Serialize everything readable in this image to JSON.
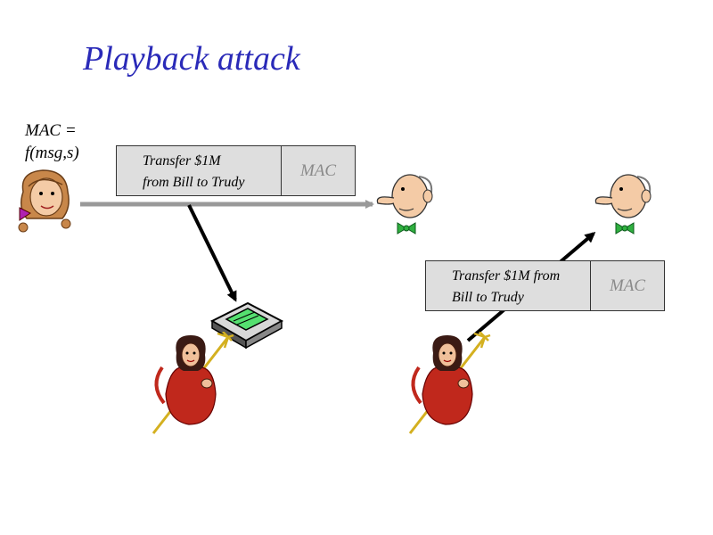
{
  "slide": {
    "title": "Playback attack",
    "mac_formula_line1": "MAC =",
    "mac_formula_line2": "f(msg,s)"
  },
  "message_1": {
    "text_line1": "Transfer $1M",
    "text_line2": "from Bill to Trudy",
    "mac_label": "MAC"
  },
  "message_2": {
    "text_line1": "Transfer $1M from",
    "text_line2": "Bill to Trudy",
    "mac_label": "MAC"
  },
  "colors": {
    "title": "#2a2ab8",
    "box_fill": "#dedede",
    "arrow_gray": "#999999",
    "arrow_black": "#000000",
    "devil_red": "#c0281c",
    "recorder_screen": "#55e070"
  },
  "icons": [
    "alice-icon",
    "bob-icon",
    "trudy-devil-icon",
    "recorder-icon"
  ]
}
